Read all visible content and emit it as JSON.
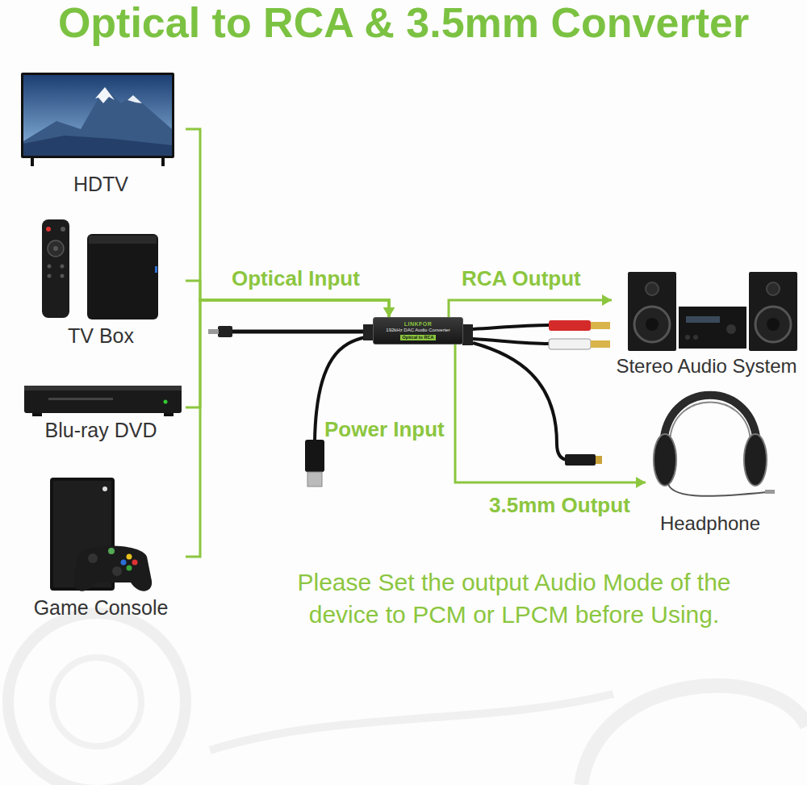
{
  "diagram": {
    "title": "Optical to RCA & 3.5mm Converter",
    "caption": "Please Set the output Audio Mode of the device to PCM or LPCM before Using.",
    "nodes": [
      {
        "text": [
          "HDTV"
        ]
      },
      {
        "text": [
          "TV Box"
        ]
      },
      {
        "text": [
          "Blu-ray DVD"
        ]
      },
      {
        "text": [
          "Game Console"
        ]
      },
      {
        "text": [
          "LINKFOR",
          "192kHz DAC Audio Converter",
          "Optical to RCA"
        ]
      },
      {
        "text": [
          "Stereo Audio System"
        ]
      },
      {
        "text": [
          "Headphone"
        ]
      }
    ],
    "edges": [
      {
        "from": 0,
        "to": 4,
        "arrow": "to"
      },
      {
        "from": 1,
        "to": 4,
        "arrow": "to"
      },
      {
        "from": 2,
        "to": 4,
        "arrow": "to"
      },
      {
        "from": 3,
        "to": 4,
        "arrow": "to"
      },
      {
        "from": 4,
        "to": 5,
        "label": "RCA Output",
        "arrow": "to"
      },
      {
        "from": 4,
        "to": 6,
        "label": "3.5mm Output",
        "arrow": "to"
      }
    ],
    "labels": [
      "Optical Input",
      "Power Input"
    ]
  }
}
